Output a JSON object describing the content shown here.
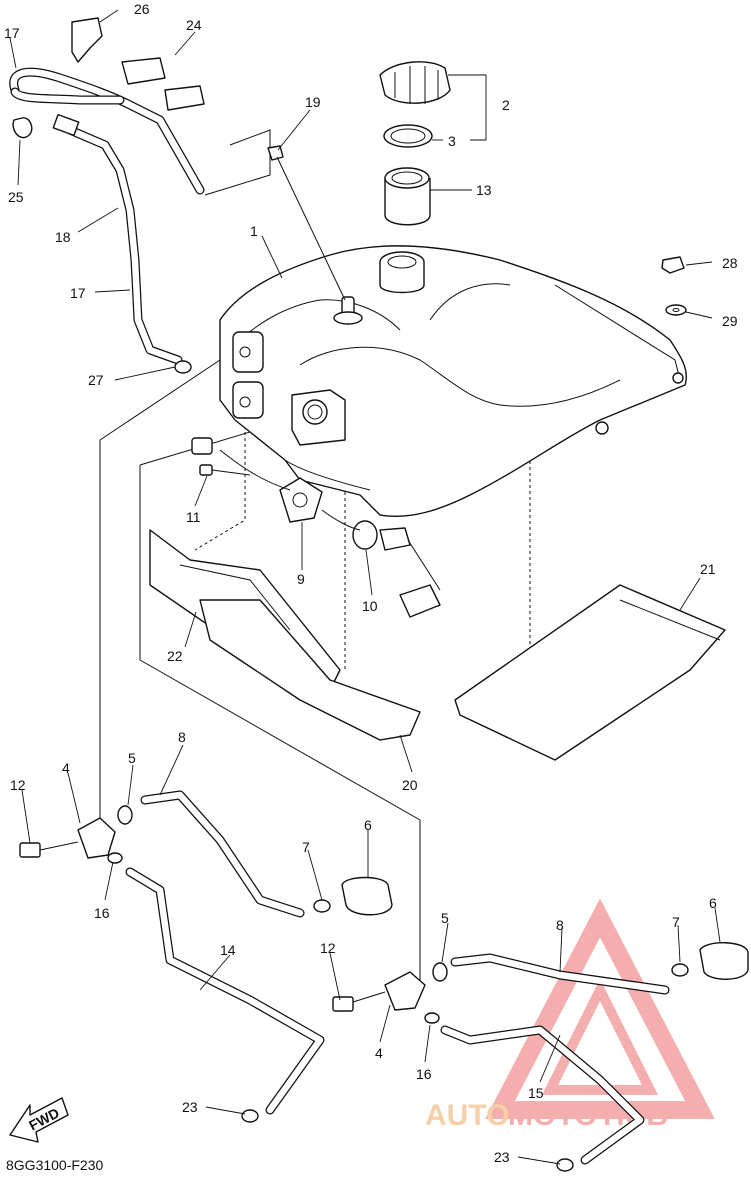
{
  "drawing_code": "8GG3100-F230",
  "fwd_label": "FWD",
  "watermark": {
    "text_part1": "AUTO",
    "text_part2": "MOTO",
    "text_part3": "HUB",
    "color_primary": "#f4a0a0",
    "color_secondary": "#f6c79a"
  },
  "callouts": [
    "1",
    "2",
    "3",
    "4",
    "4",
    "5",
    "5",
    "6",
    "6",
    "7",
    "7",
    "8",
    "8",
    "9",
    "10",
    "11",
    "12",
    "12",
    "13",
    "14",
    "15",
    "16",
    "16",
    "17",
    "17",
    "18",
    "19",
    "20",
    "21",
    "22",
    "23",
    "23",
    "24",
    "25",
    "26",
    "27",
    "28",
    "29"
  ]
}
